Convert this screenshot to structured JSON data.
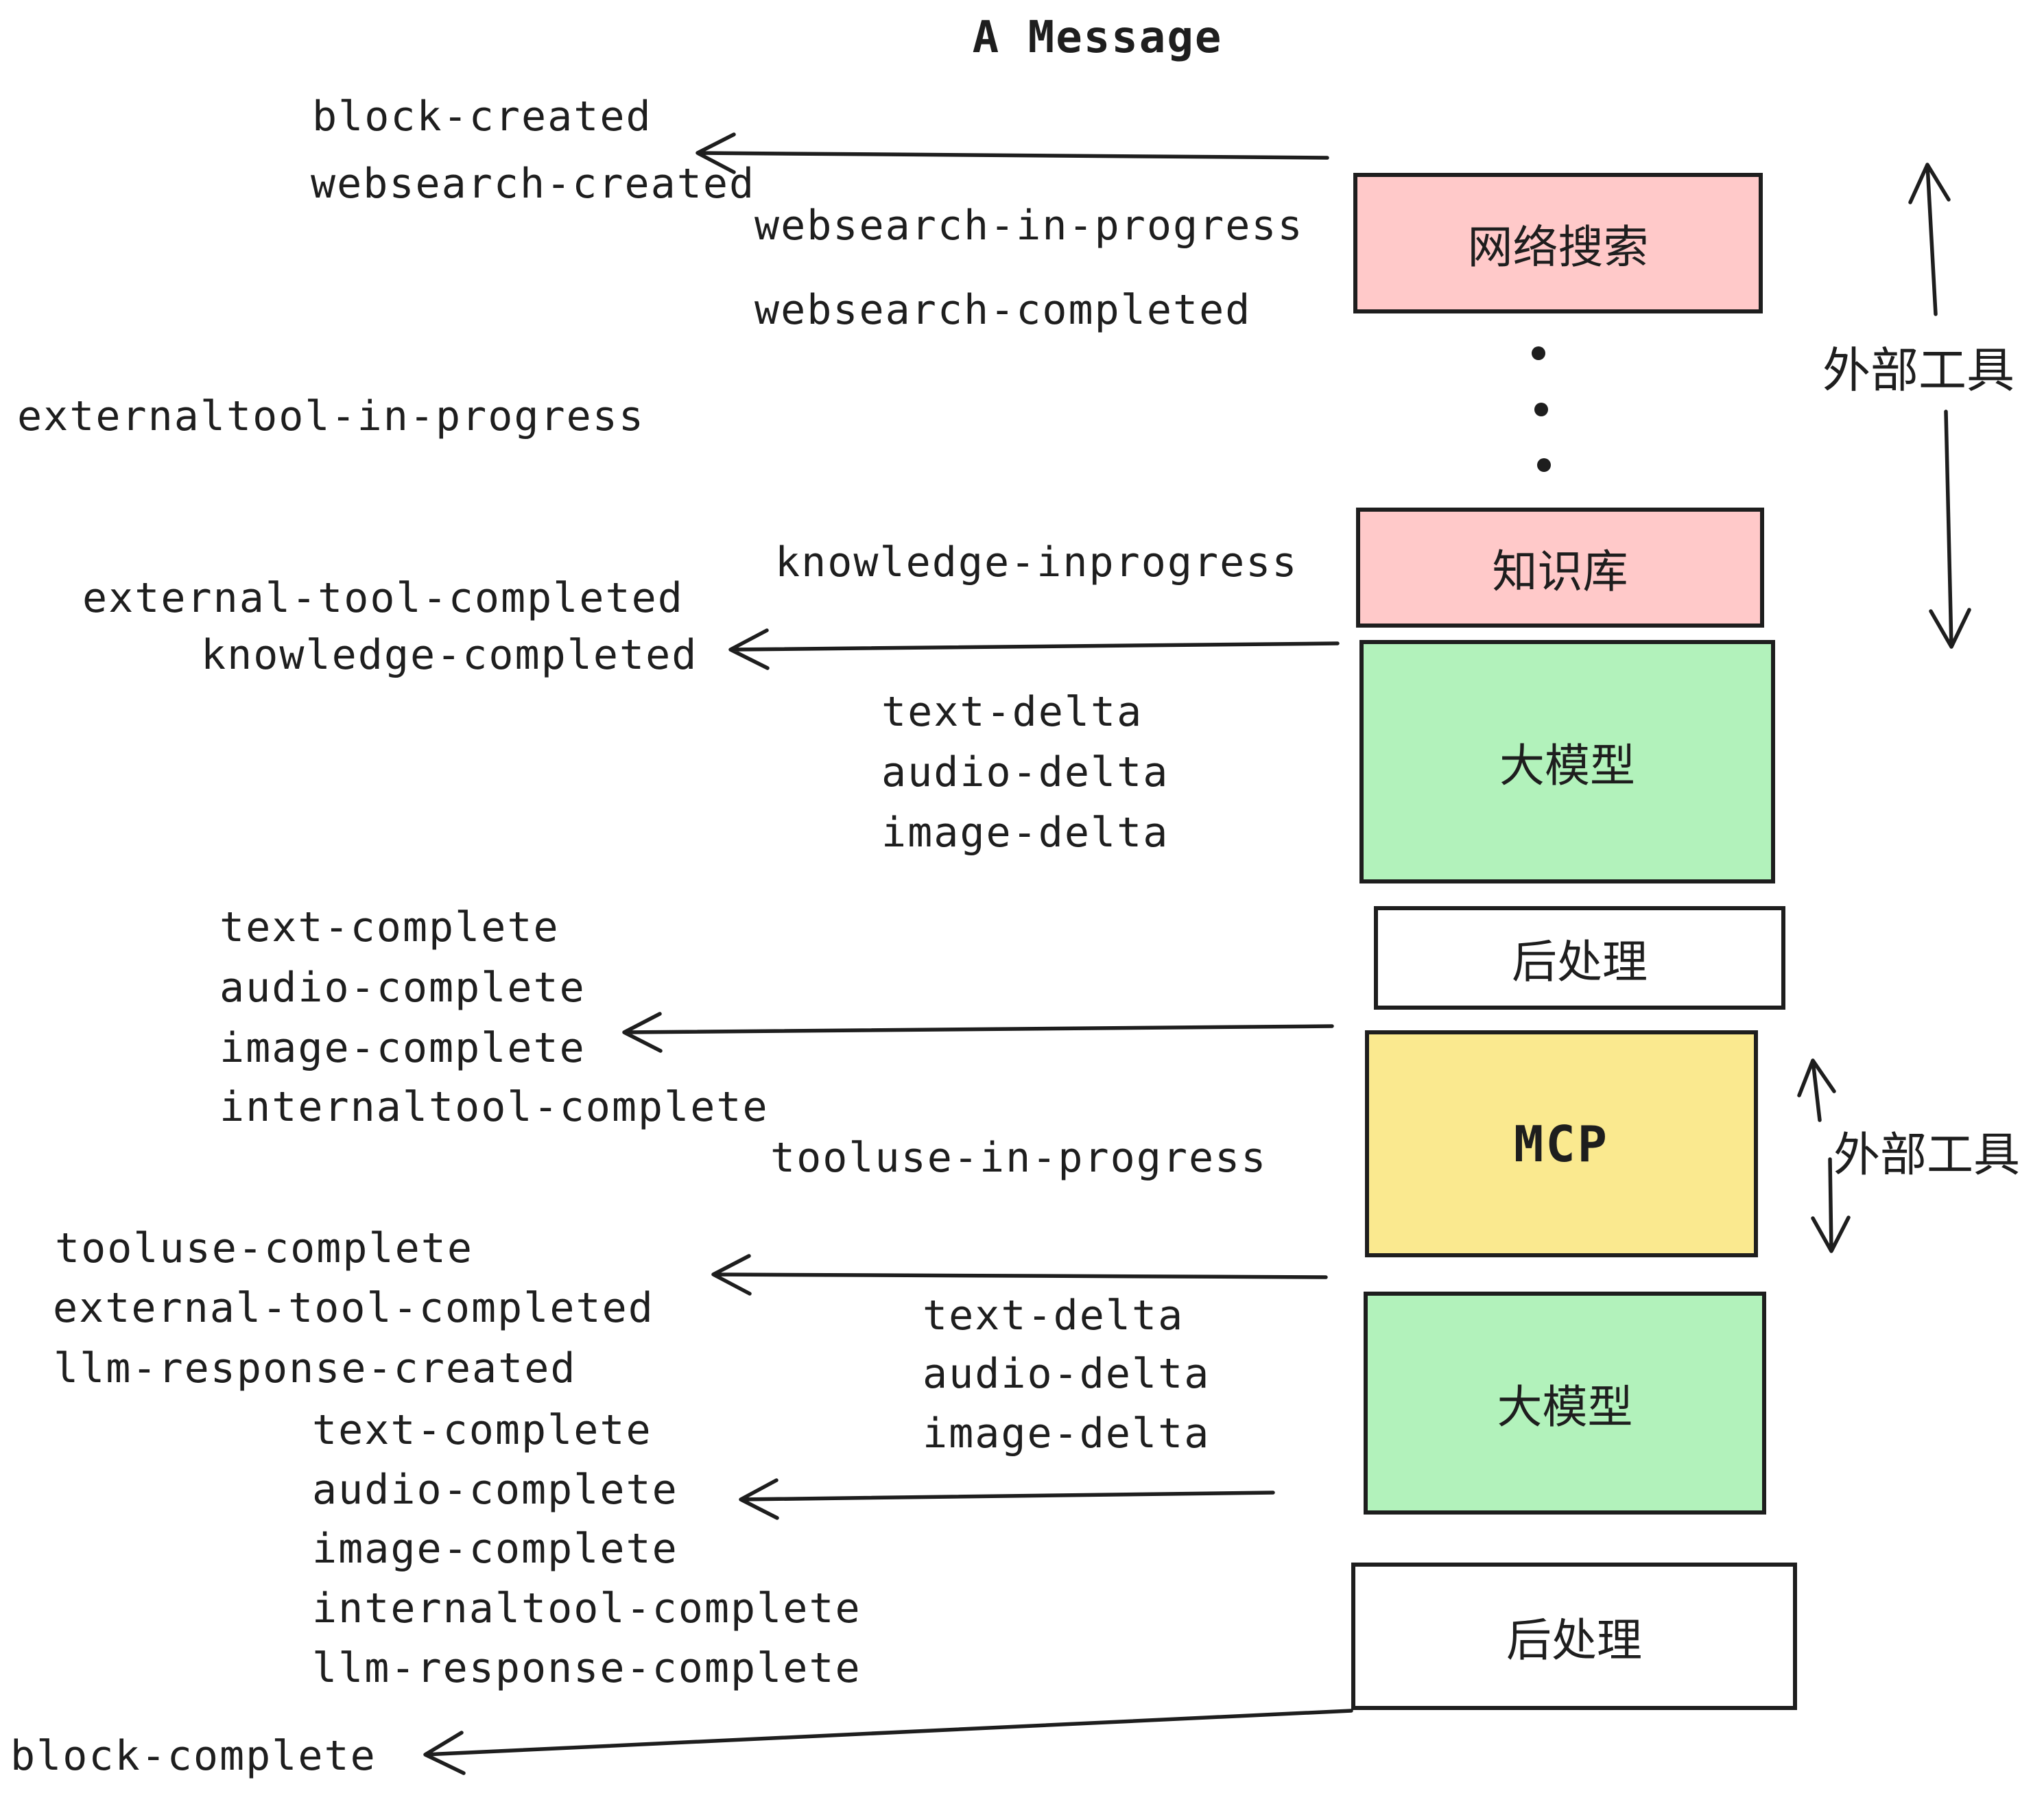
{
  "title": "A Message",
  "events": {
    "block_created": "block-created",
    "websearch_created": "websearch-created",
    "websearch_in_progress": "websearch-in-progress",
    "websearch_completed": "websearch-completed",
    "externaltool_in_progress": "externaltool-in-progress",
    "knowledge_inprogress": "knowledge-inprogress",
    "external_tool_completed": "external-tool-completed",
    "knowledge_completed": "knowledge-completed",
    "text_delta": "text-delta",
    "audio_delta": "audio-delta",
    "image_delta": "image-delta",
    "text_complete": "text-complete",
    "audio_complete": "audio-complete",
    "image_complete": "image-complete",
    "internaltool_complete": "internaltool-complete",
    "tooluse_in_progress": "tooluse-in-progress",
    "tooluse_complete": "tooluse-complete",
    "llm_response_created": "llm-response-created",
    "llm_response_complete": "llm-response-complete",
    "block_complete": "block-complete"
  },
  "boxes": [
    {
      "label": "网络搜索",
      "color": "#FFC9C9"
    },
    {
      "label": "知识库",
      "color": "#FFC9C9"
    },
    {
      "label": "大模型",
      "color": "#B2F2BB"
    },
    {
      "label": "后处理",
      "color": "#FFFFFF"
    },
    {
      "label": "MCP",
      "color": "#FAE98F"
    },
    {
      "label": "大模型",
      "color": "#B2F2BB"
    },
    {
      "label": "后处理",
      "color": "#FFFFFF"
    }
  ],
  "side_labels": {
    "external_tools_upper": "外部工具",
    "external_tools_lower": "外部工具"
  },
  "colors": {
    "pink": "#FFC9C9",
    "green": "#B2F2BB",
    "yellow": "#FAE98F",
    "white": "#FFFFFF",
    "ink": "#1E1E1E",
    "background": "#FFFFFF"
  }
}
